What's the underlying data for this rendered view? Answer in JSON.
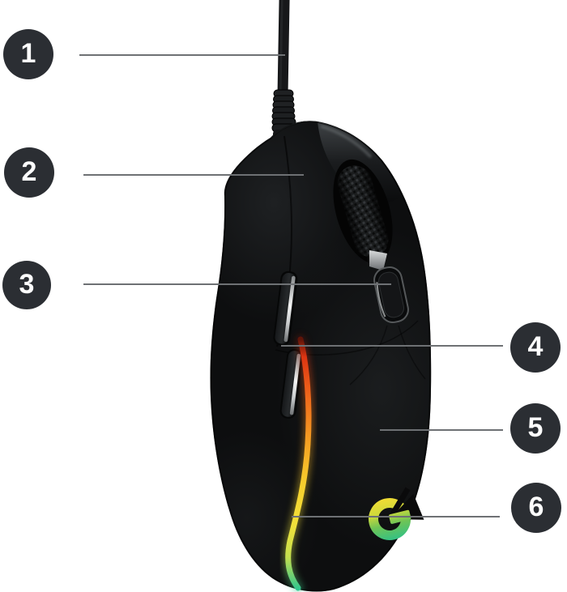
{
  "figure": {
    "subject": "Black wired gaming mouse side view with six numbered feature callouts",
    "background": "#ffffff"
  },
  "callouts": [
    {
      "number": "1"
    },
    {
      "number": "2"
    },
    {
      "number": "3"
    },
    {
      "number": "4"
    },
    {
      "number": "5"
    },
    {
      "number": "6"
    }
  ],
  "icons": {
    "brand_logo": "g-logo-icon"
  },
  "colors": {
    "badge_fill": "#2b2e33",
    "badge_text": "#ffffff",
    "leader_line": "#6e7174",
    "mouse_body": "#0d0e0f",
    "side_button_highlight": "#f4f5f5",
    "rgb_strip_gradient": [
      "#dc3512",
      "#ef651b",
      "#f5a323",
      "#f6cf2d",
      "#f1e13a",
      "#c4df4e",
      "#2fc68f"
    ],
    "logo_gradient": [
      "#f5dc33",
      "#cdd93b",
      "#6ec456",
      "#2ec189"
    ]
  }
}
